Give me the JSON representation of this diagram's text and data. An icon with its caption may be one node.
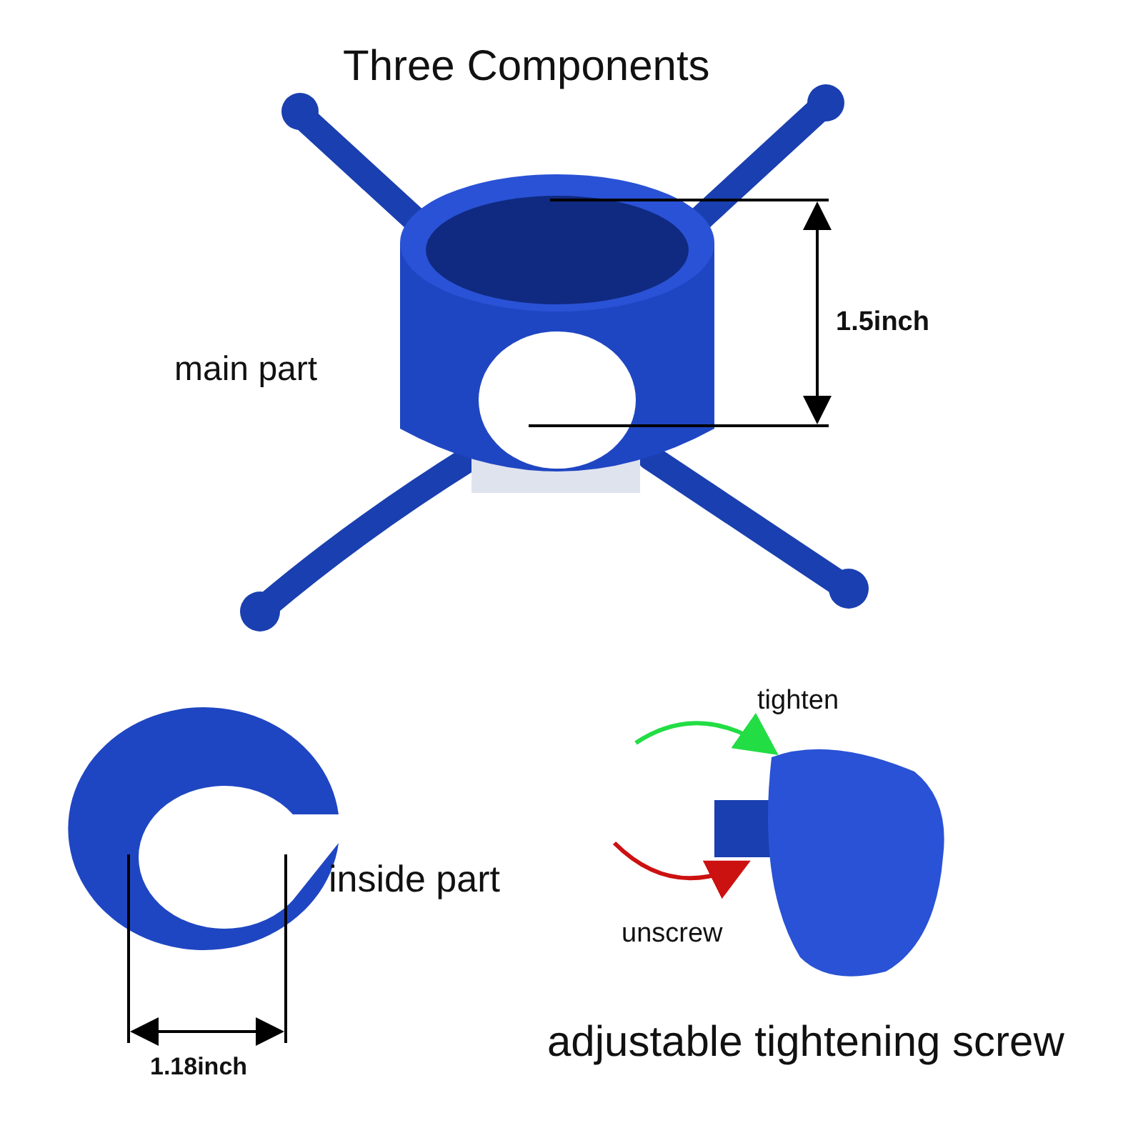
{
  "diagram": {
    "title": "Three Components",
    "labels": [
      "main part",
      "1.5inch",
      "tighten",
      "inside part",
      "unscrew",
      "1.18inch",
      "adjustable tightening screw"
    ]
  }
}
